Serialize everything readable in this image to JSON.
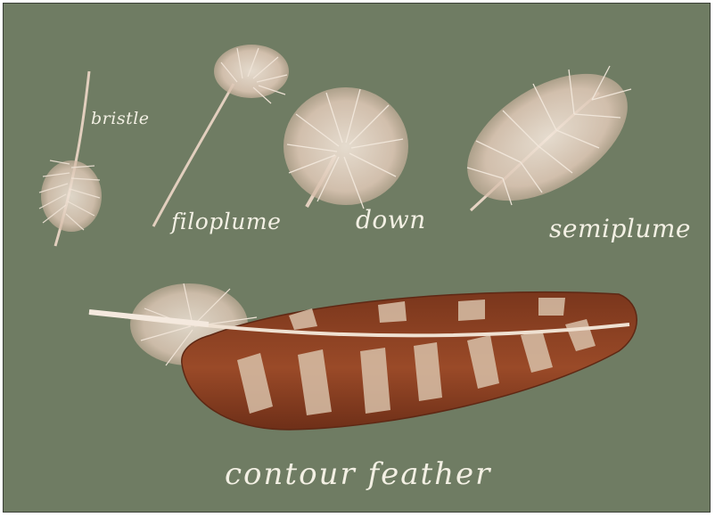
{
  "labels": {
    "bristle": "bristle",
    "filoplume": "filoplume",
    "down": "down",
    "semiplume": "semiplume",
    "contour": "contour feather"
  },
  "colors": {
    "background": "#6f7c63",
    "fluff": "#e6d6c8",
    "contour_brown": "#8a3f22",
    "contour_bar": "#d8c0a8"
  }
}
